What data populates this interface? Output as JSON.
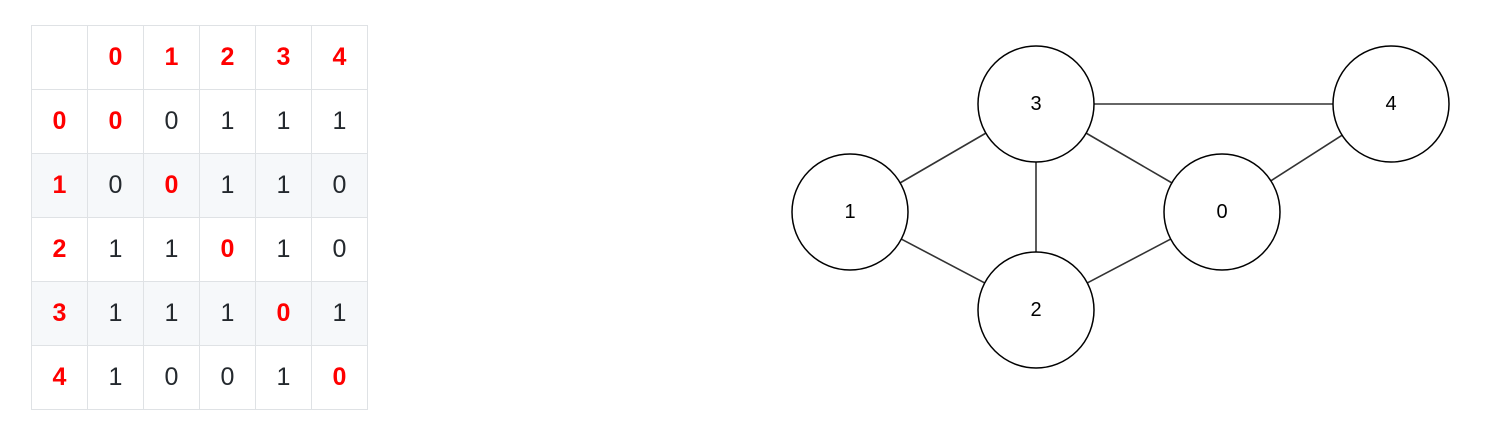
{
  "matrix": {
    "headers": [
      "0",
      "1",
      "2",
      "3",
      "4"
    ],
    "rows": [
      {
        "label": "0",
        "cells": [
          "0",
          "0",
          "1",
          "1",
          "1"
        ]
      },
      {
        "label": "1",
        "cells": [
          "0",
          "0",
          "1",
          "1",
          "0"
        ]
      },
      {
        "label": "2",
        "cells": [
          "1",
          "1",
          "0",
          "1",
          "0"
        ]
      },
      {
        "label": "3",
        "cells": [
          "1",
          "1",
          "1",
          "0",
          "1"
        ]
      },
      {
        "label": "4",
        "cells": [
          "1",
          "0",
          "0",
          "1",
          "0"
        ]
      }
    ],
    "highlight_color": "#ff0000"
  },
  "graph": {
    "nodes": [
      {
        "id": "0",
        "label": "0"
      },
      {
        "id": "1",
        "label": "1"
      },
      {
        "id": "2",
        "label": "2"
      },
      {
        "id": "3",
        "label": "3"
      },
      {
        "id": "4",
        "label": "4"
      }
    ],
    "edges": [
      [
        "1",
        "3"
      ],
      [
        "1",
        "2"
      ],
      [
        "3",
        "2"
      ],
      [
        "3",
        "0"
      ],
      [
        "3",
        "4"
      ],
      [
        "2",
        "0"
      ],
      [
        "0",
        "4"
      ]
    ]
  }
}
